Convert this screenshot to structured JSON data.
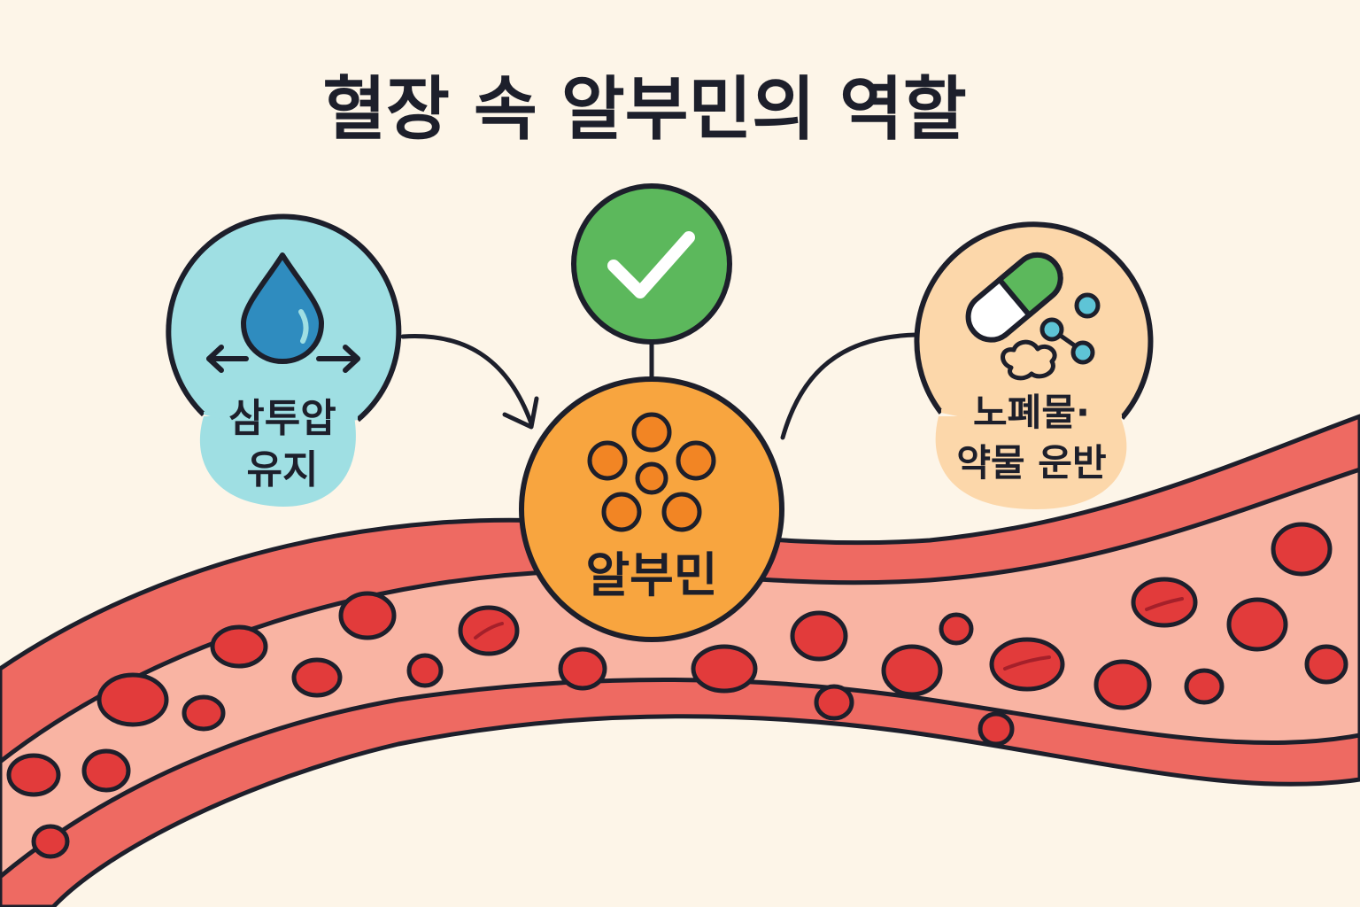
{
  "title": "혈장 속 알부민의 역할",
  "center": {
    "label": "알부민",
    "status_icon": "check-icon"
  },
  "left_node": {
    "label_line1": "삼투압",
    "label_line2": "유지",
    "icon": "water-drop-icon"
  },
  "right_node": {
    "label_line1": "노폐물·",
    "label_line2": "약물 운반",
    "icon": "capsule-molecule-icon"
  },
  "colors": {
    "background": "#fdf5e8",
    "vessel_wall": "#ee6a62",
    "vessel_inner": "#f9b4a3",
    "red_cell": "#e23b3b",
    "albumin": "#f8a53f",
    "albumin_dots": "#f28524",
    "check_circle": "#5cb85c",
    "left_circle": "#9fdfe3",
    "drop": "#2f8cbf",
    "right_circle": "#fcd7aa",
    "outline": "#1d1f2b"
  }
}
